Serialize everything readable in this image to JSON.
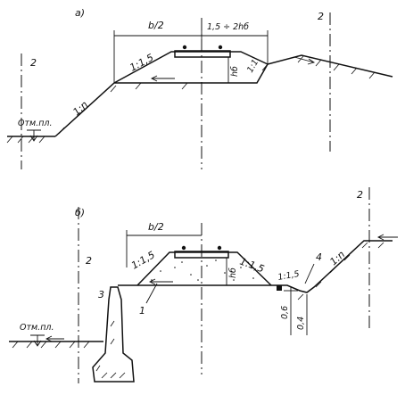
{
  "top": {
    "letter": "а)",
    "width_label": "b/2",
    "shoulder_label": "1,5 ÷ 2hб",
    "slope_left": "1:1,5",
    "slope_right": "1:1",
    "height_label": "hб",
    "embankment_slope": "1:n",
    "ground_mark": "Отм.пл.",
    "axis_number_left": "2",
    "axis_number_right": "2"
  },
  "bottom": {
    "letter": "б)",
    "width_label": "b/2",
    "slope_left": "1:1,5",
    "slope_right": "1:1,5",
    "ditch_slope": "1:1,5",
    "cut_slope": "1:n",
    "height_label": "hб",
    "ditch_depth": "0,6",
    "ditch_width": "0,4",
    "ground_mark": "Отм.пл.",
    "callout_1": "1",
    "callout_3": "3",
    "callout_4": "4",
    "axis_number_left": "2",
    "axis_number_right": "2"
  }
}
